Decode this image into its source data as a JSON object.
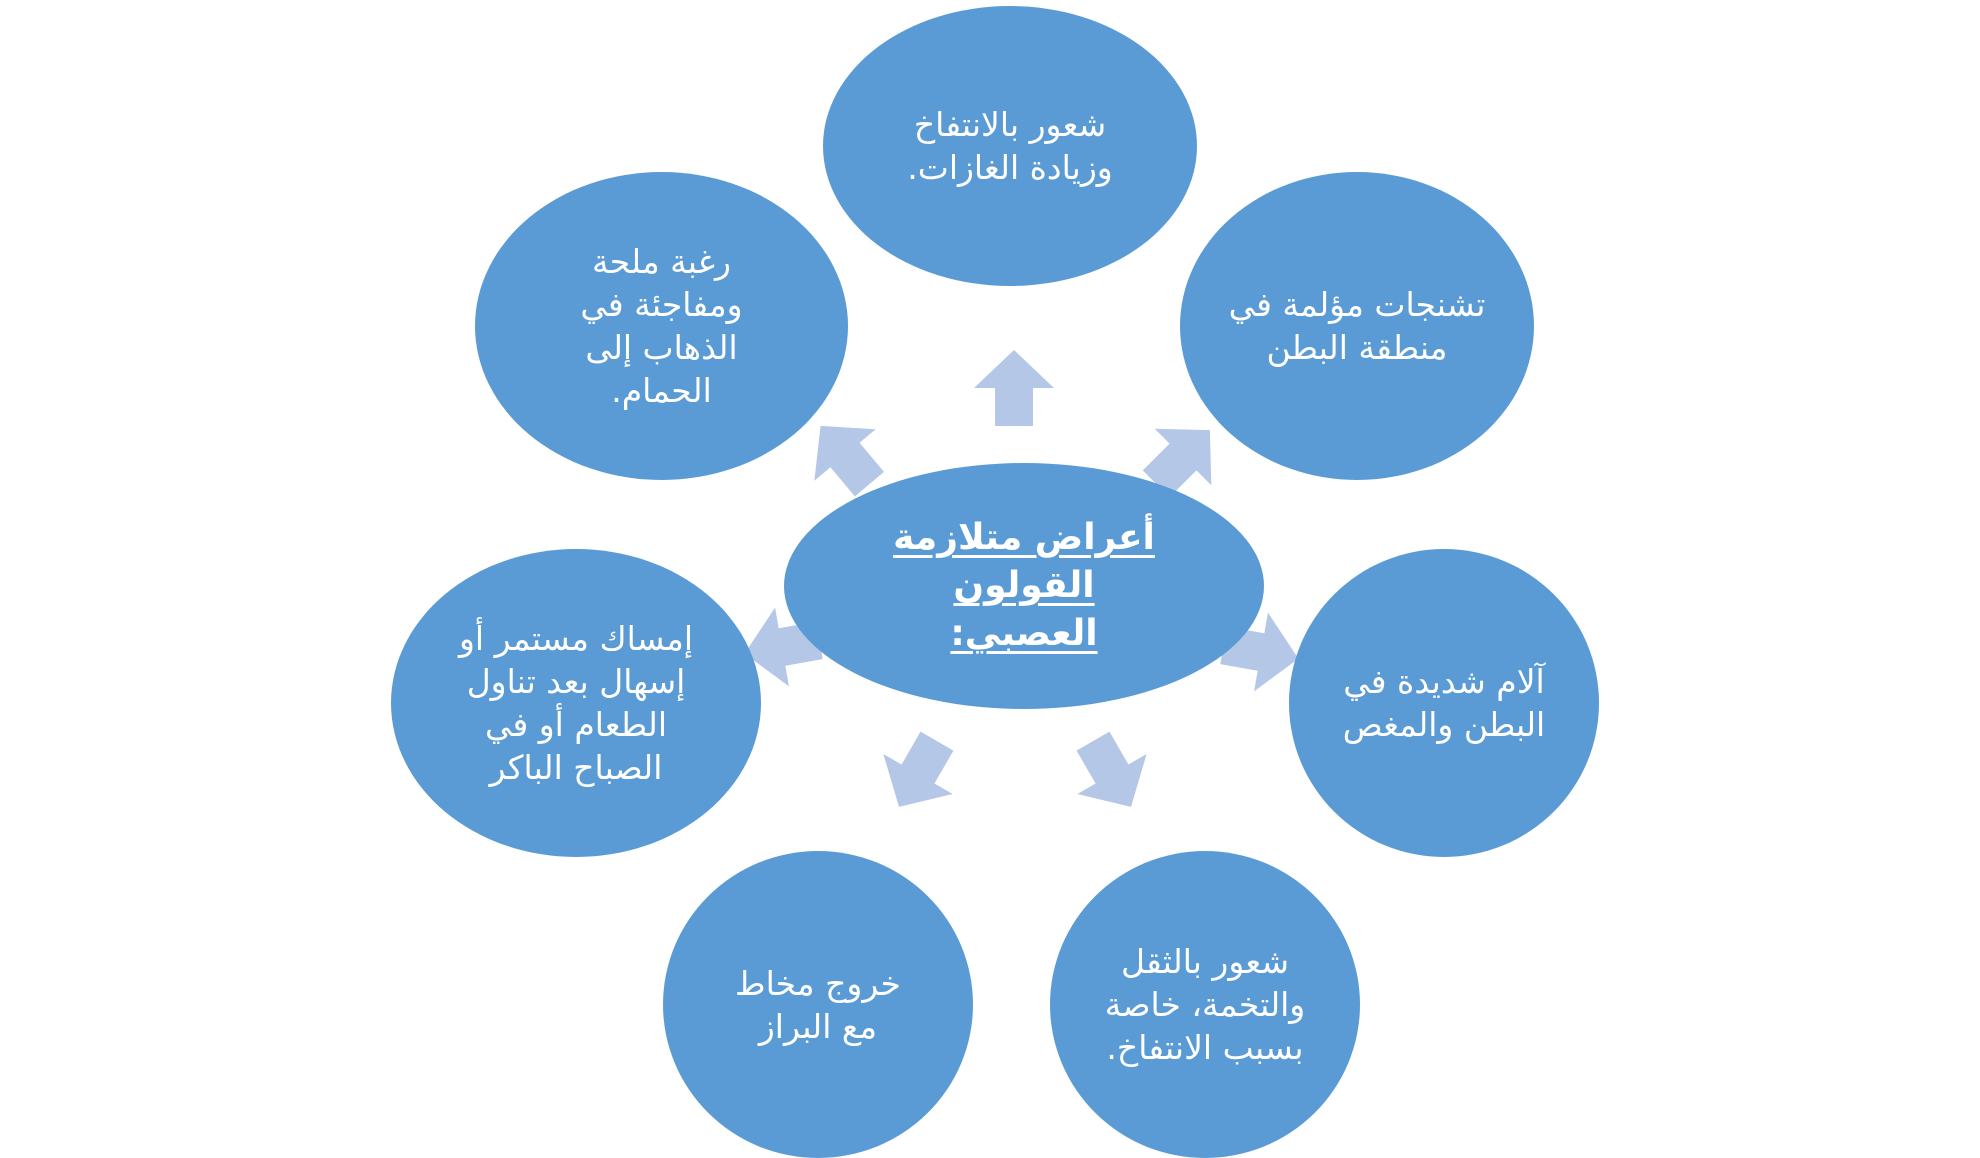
{
  "colors": {
    "node_fill": "#5b9bd5",
    "node_text": "#ffffff",
    "arrow_fill": "#b4c7e7",
    "background": "#ffffff"
  },
  "center": {
    "text": "أعراض متلازمة القولون العصبي:"
  },
  "nodes": {
    "top": "شعور بالانتفاخ وزيادة الغازات.",
    "top_right": "تشنجات مؤلمة في منطقة البطن",
    "right": "آلام شديدة في البطن والمغص",
    "bottom_right": "شعور بالثقل والتخمة، خاصة بسبب الانتفاخ.",
    "bottom_left": "خروج مخاط مع البراز",
    "left": "إمساك مستمر أو إسهال بعد تناول الطعام أو في الصباح الباكر",
    "top_left": "رغبة ملحة ومفاجئة في الذهاب إلى الحمام."
  }
}
